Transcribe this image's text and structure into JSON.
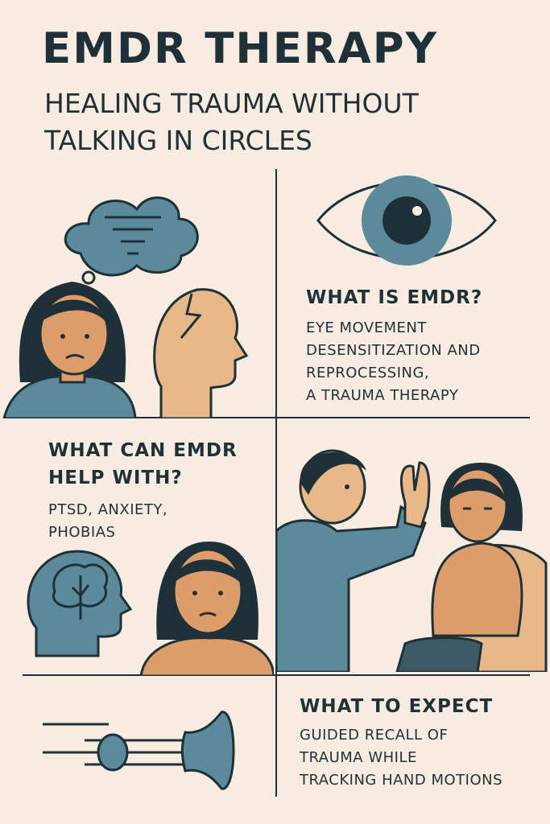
{
  "header": {
    "title": "EMDR THERAPY",
    "subtitle": "HEALING TRAUMA WITHOUT TALKING IN CIRCLES"
  },
  "sections": {
    "what_is": {
      "heading": "WHAT IS EMDR?",
      "lines": [
        "EYE MOVEMENT",
        "DESENSITIZATION AND",
        "REPROCESSING,",
        "A TRAUMA THERAPY"
      ]
    },
    "help_with": {
      "heading_lines": [
        "WHAT CAN EMDR",
        "HELP WITH?"
      ],
      "lines": [
        "PTSD, ANXIETY,",
        "PHOBIAS"
      ]
    },
    "expect": {
      "heading": "WHAT TO EXPECT",
      "lines": [
        "GUIDED RECALL OF",
        "TRAUMA WHILE",
        "TRACKING HAND MOTIONS"
      ]
    }
  },
  "colors": {
    "background": "#f8ece0",
    "ink": "#1f3138",
    "blue": "#5b8a9b",
    "skin": "#e8b888",
    "orange": "#dd9d6a"
  }
}
